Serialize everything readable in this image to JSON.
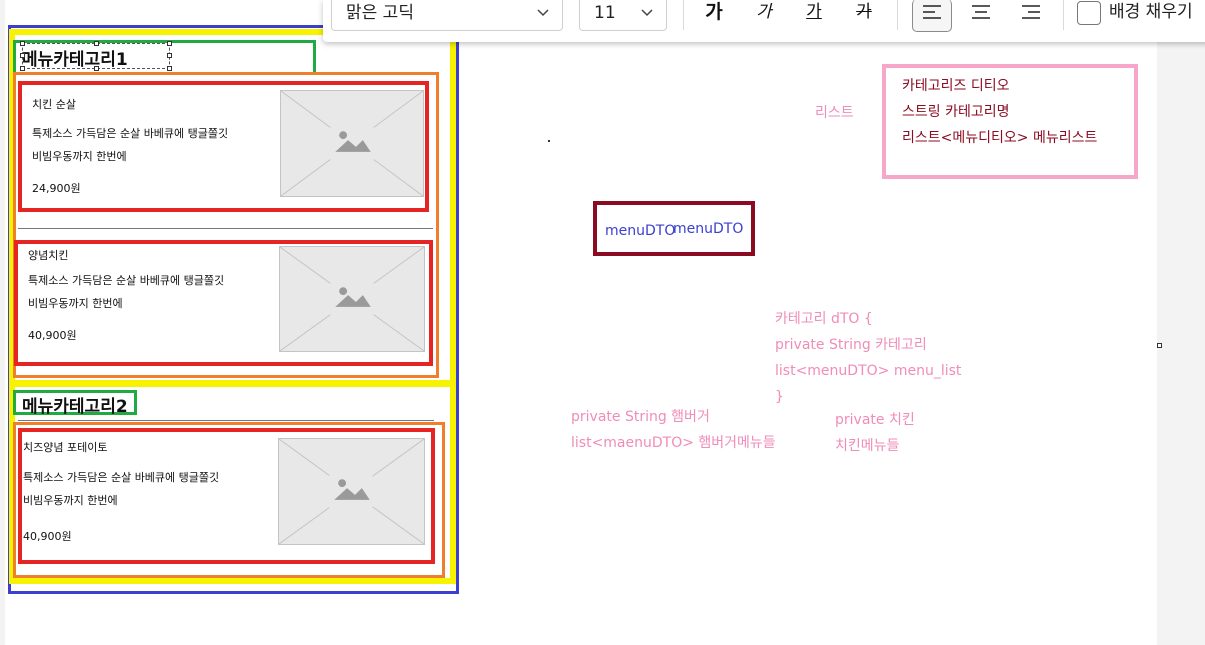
{
  "toolbar": {
    "font_family": "맑은 고딕",
    "font_size": "11",
    "bold_label": "가",
    "italic_label": "가",
    "underline_label": "가",
    "strike_label": "가",
    "fill_label": "배경 채우기",
    "align_left": "align-left-icon",
    "align_center": "align-center-icon",
    "align_right": "align-right-icon"
  },
  "categories": [
    {
      "title": "메뉴카테고리1",
      "items": [
        {
          "name": "치킨 순살",
          "desc1": "특제소스 가득담은 순살 바베큐에 탱글쫄깃",
          "desc2": "비빔우동까지 한번에",
          "price": "24,900원"
        },
        {
          "name": "양념치킨",
          "desc1": "특제소스 가득담은 순살 바베큐에 탱글쫄깃",
          "desc2": "비빔우동까지 한번에",
          "price": "40,900원"
        }
      ]
    },
    {
      "title": "메뉴카테고리2",
      "items": [
        {
          "name": "치즈양념 포테이토",
          "desc1": "특제소스 가득담은 순살 바베큐에 탱글쫄깃",
          "desc2": "비빔우동까지 한번에",
          "price": "40,900원"
        }
      ]
    }
  ],
  "annotations": {
    "list_label": "리스트",
    "category_dto_box": [
      "카테고리즈 디티오",
      "스트링 카테고리명",
      "리스트<메뉴디티오> 메뉴리스트"
    ],
    "menu_dto_box": [
      "menuDTO",
      "menuDTO"
    ],
    "category_dto_code": [
      "카테고리 dTO {",
      "private String 카테고리",
      "list<menuDTO> menu_list",
      "}"
    ],
    "hamburger_code": [
      "private String 햄버거",
      "list<maenuDTO> 햄버거메뉴들"
    ],
    "chicken_code": [
      "private  치킨",
      "치킨메뉴들"
    ]
  },
  "colors": {
    "blue": "#3b3fcf",
    "yellow": "#f6f200",
    "green": "#21a944",
    "orange": "#f07f2d",
    "red": "#e52424",
    "maroon": "#8b0c22",
    "pink": "#f6a7c9",
    "pink_text": "#f08cb8"
  }
}
